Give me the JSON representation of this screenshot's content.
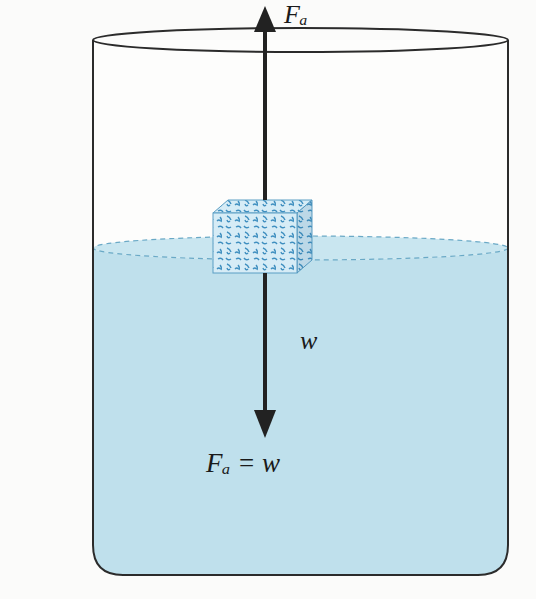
{
  "diagram": {
    "labels": [
      "Fₐ",
      "w",
      "Fₐ = w"
    ]
  }
}
